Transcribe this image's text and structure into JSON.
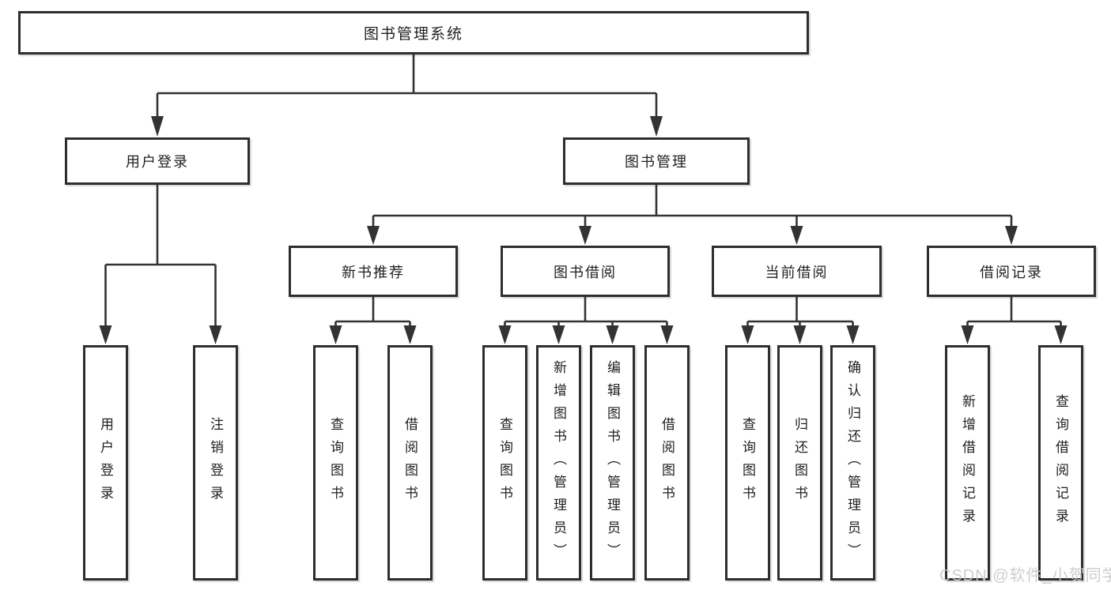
{
  "diagram": {
    "root": {
      "label": "图书管理系统"
    },
    "branches": [
      {
        "label": "用户登录",
        "children": [
          {
            "label": "用户登录"
          },
          {
            "label": "注销登录"
          }
        ]
      },
      {
        "label": "图书管理",
        "children": [
          {
            "label": "新书推荐",
            "children": [
              {
                "label": "查询图书"
              },
              {
                "label": "借阅图书"
              }
            ]
          },
          {
            "label": "图书借阅",
            "children": [
              {
                "label": "查询图书"
              },
              {
                "label": "新增图书（管理员）"
              },
              {
                "label": "编辑图书（管理员）"
              },
              {
                "label": "借阅图书"
              }
            ]
          },
          {
            "label": "当前借阅",
            "children": [
              {
                "label": "查询图书"
              },
              {
                "label": "归还图书"
              },
              {
                "label": "确认归还（管理员）"
              }
            ]
          },
          {
            "label": "借阅记录",
            "children": [
              {
                "label": "新增借阅记录"
              },
              {
                "label": "查询借阅记录"
              }
            ]
          }
        ]
      }
    ]
  },
  "watermark": {
    "text": "CSDN @软件_小贺同学"
  },
  "colors": {
    "line": "#333333",
    "box_border": "#2e2e2e",
    "text": "#1f1f1f",
    "watermark": "#c9c9c9",
    "background": "#ffffff"
  }
}
